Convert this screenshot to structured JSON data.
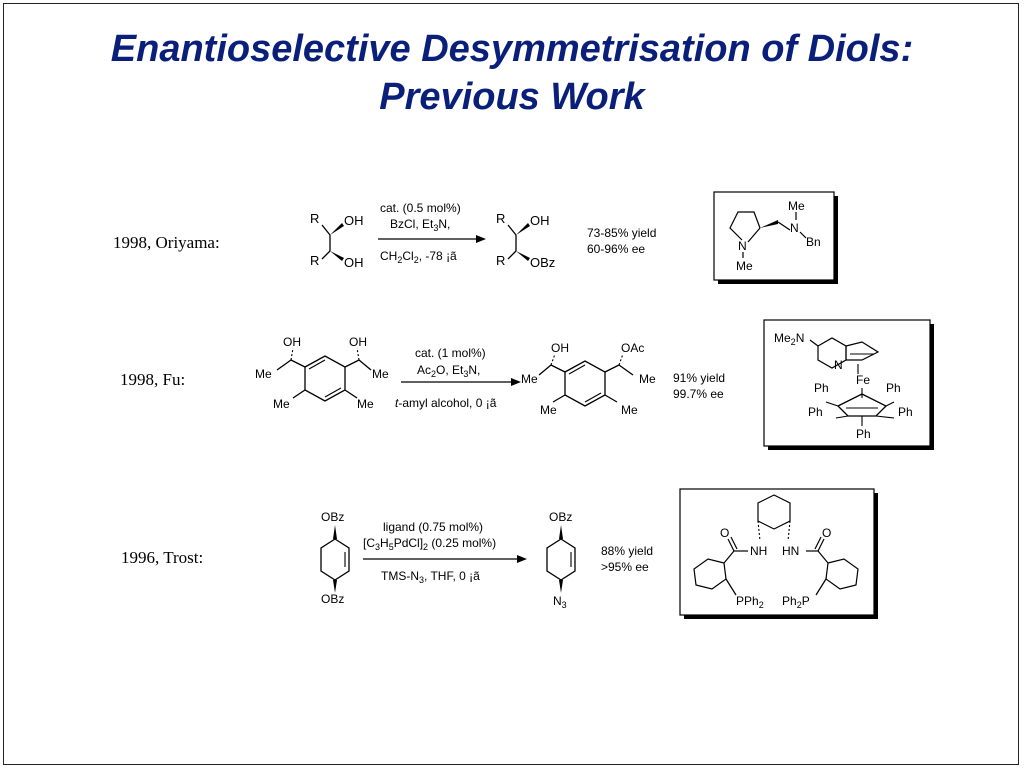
{
  "title": {
    "line1": "Enantioselective Desymmetrisation of Diols:",
    "line2": "Previous Work"
  },
  "rows": [
    {
      "label": "1998, Oriyama:",
      "reactant": {
        "r_top": "R",
        "oh_top": "OH",
        "r_bottom": "R",
        "oh_bottom": "OH"
      },
      "conditions": {
        "cat": "cat. (0.5 mol%)",
        "reagents_a": "BzCl, Et",
        "reagents_sub": "3",
        "reagents_b": "N,",
        "solvent_a": "CH",
        "solvent_sub1": "2",
        "solvent_b": "Cl",
        "solvent_sub2": "2",
        "solvent_c": ", -78 ¡ã"
      },
      "product": {
        "r_top": "R",
        "oh_top": "OH",
        "r_bottom": "R",
        "obz_bottom": "OBz"
      },
      "yield": "73-85% yield",
      "ee": "60-96% ee",
      "catalyst": {
        "me_top": "Me",
        "n_right": "N",
        "bn": "Bn",
        "n_ring": "N",
        "me_bottom": "Me"
      }
    },
    {
      "label": "1998, Fu:",
      "reactant": {
        "oh1": "OH",
        "oh2": "OH",
        "me1": "Me",
        "me2": "Me",
        "me3": "Me",
        "me4": "Me"
      },
      "conditions": {
        "cat": "cat. (1 mol%)",
        "reagents_a": "Ac",
        "reagents_sub1": "2",
        "reagents_b": "O, Et",
        "reagents_sub2": "3",
        "reagents_c": "N,",
        "solvent_italic": "t",
        "solvent_rest": "-amyl alcohol, 0 ¡ã"
      },
      "product": {
        "oh": "OH",
        "oac": "OAc",
        "me1": "Me",
        "me2": "Me",
        "me3": "Me",
        "me4": "Me"
      },
      "yield": "91% yield",
      "ee": "99.7% ee",
      "catalyst": {
        "me2n_a": "Me",
        "me2n_sub": "2",
        "me2n_b": "N",
        "n_py": "N",
        "fe": "Fe",
        "ph": [
          "Ph",
          "Ph",
          "Ph",
          "Ph",
          "Ph"
        ]
      }
    },
    {
      "label": "1996, Trost:",
      "reactant": {
        "obz_top": "OBz",
        "obz_bottom": "OBz"
      },
      "conditions": {
        "ligand": "ligand (0.75 mol%)",
        "pd_a": "[C",
        "pd_sub1": "3",
        "pd_b": "H",
        "pd_sub2": "5",
        "pd_c": "PdCl]",
        "pd_sub3": "2",
        "pd_d": " (0.25 mol%)",
        "tms_a": "TMS-N",
        "tms_sub": "3",
        "tms_b": ", THF, 0 ¡ã"
      },
      "product": {
        "obz_top": "OBz",
        "n3_a": "N",
        "n3_sub": "3"
      },
      "yield": "88% yield",
      "ee": ">95% ee",
      "catalyst": {
        "o_left": "O",
        "o_right": "O",
        "nh": "NH",
        "hn": "HN",
        "pph2_a": "PPh",
        "pph2_sub": "2",
        "ph2p_a": "Ph",
        "ph2p_sub": "2",
        "ph2p_b": "P"
      }
    }
  ]
}
